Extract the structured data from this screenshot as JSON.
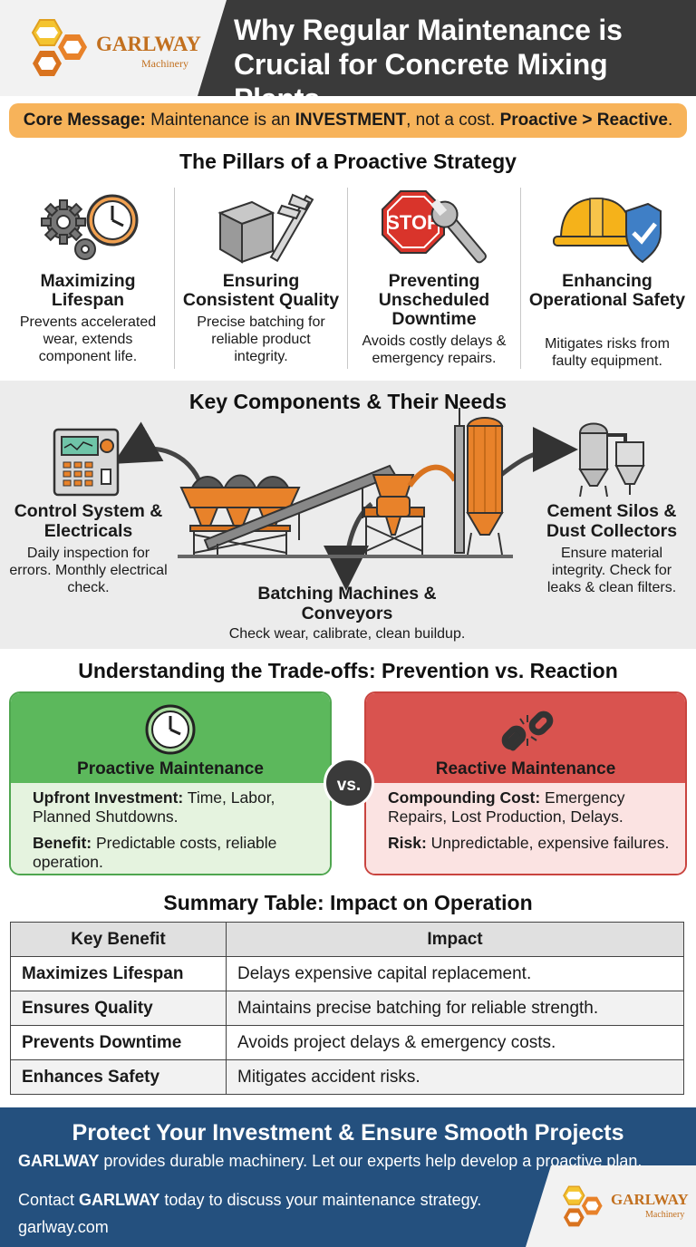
{
  "brand": {
    "name": "GARLWAY",
    "sub": "Machinery"
  },
  "header": {
    "title_line1": "Why Regular Maintenance is",
    "title_line2": "Crucial for Concrete Mixing Plants"
  },
  "core": {
    "label": "Core Message:",
    "text1": " Maintenance is an ",
    "em1": "INVESTMENT",
    "text2": ", not a cost. ",
    "em2": "Proactive > Reactive",
    "text3": "."
  },
  "pillars": {
    "title": "The Pillars of a Proactive Strategy",
    "items": [
      {
        "title": "Maximizing Lifespan",
        "desc": "Prevents accelerated wear, extends component life."
      },
      {
        "title": "Ensuring Consistent Quality",
        "desc": "Precise batching for reliable product integrity."
      },
      {
        "title": "Preventing Unscheduled Downtime",
        "desc": "Avoids costly delays & emergency repairs."
      },
      {
        "title": "Enhancing Operational Safety",
        "desc": "Mitigates risks from faulty equipment."
      }
    ],
    "stop_sign": "STOP"
  },
  "components": {
    "title": "Key Components & Their Needs",
    "control": {
      "title": "Control System & Electricals",
      "desc": "Daily inspection for errors. Monthly electrical check."
    },
    "batching": {
      "title": "Batching Machines & Conveyors",
      "desc": "Check wear, calibrate, clean buildup."
    },
    "silos": {
      "title": "Cement Silos & Dust Collectors",
      "desc": "Ensure material integrity. Check for leaks & clean filters."
    }
  },
  "tradeoffs": {
    "title": "Understanding the Trade-offs: Prevention vs. Reaction",
    "vs": "vs.",
    "proactive": {
      "heading": "Proactive Maintenance",
      "l1_label": "Upfront Investment:",
      "l1_text": " Time, Labor, Planned Shutdowns.",
      "l2_label": "Benefit:",
      "l2_text": " Predictable costs, reliable operation."
    },
    "reactive": {
      "heading": "Reactive Maintenance",
      "l1_label": "Compounding Cost:",
      "l1_text": " Emergency Repairs, Lost Production, Delays.",
      "l2_label": "Risk:",
      "l2_text": " Unpredictable, expensive failures."
    }
  },
  "summary": {
    "title": "Summary Table: Impact on Operation",
    "headers": [
      "Key Benefit",
      "Impact"
    ],
    "rows": [
      [
        "Maximizes Lifespan",
        "Delays expensive capital replacement."
      ],
      [
        "Ensures Quality",
        "Maintains precise batching for reliable strength."
      ],
      [
        "Prevents Downtime",
        "Avoids project delays & emergency costs."
      ],
      [
        "Enhances Safety",
        "Mitigates accident risks."
      ]
    ]
  },
  "footer": {
    "title": "Protect Your Investment & Ensure Smooth Projects",
    "l1_brand": "GARLWAY",
    "l1_text": " provides durable machinery. Let our experts help develop a proactive plan.",
    "l2_pre": "Contact ",
    "l2_brand": "GARLWAY",
    "l2_text": " today to discuss your maintenance strategy.",
    "url": "garlway.com"
  },
  "colors": {
    "orange": "#f7b35a",
    "green": "#5cb85c",
    "red": "#d9534f",
    "navy": "#24507e",
    "dark": "#3a3a3a"
  }
}
